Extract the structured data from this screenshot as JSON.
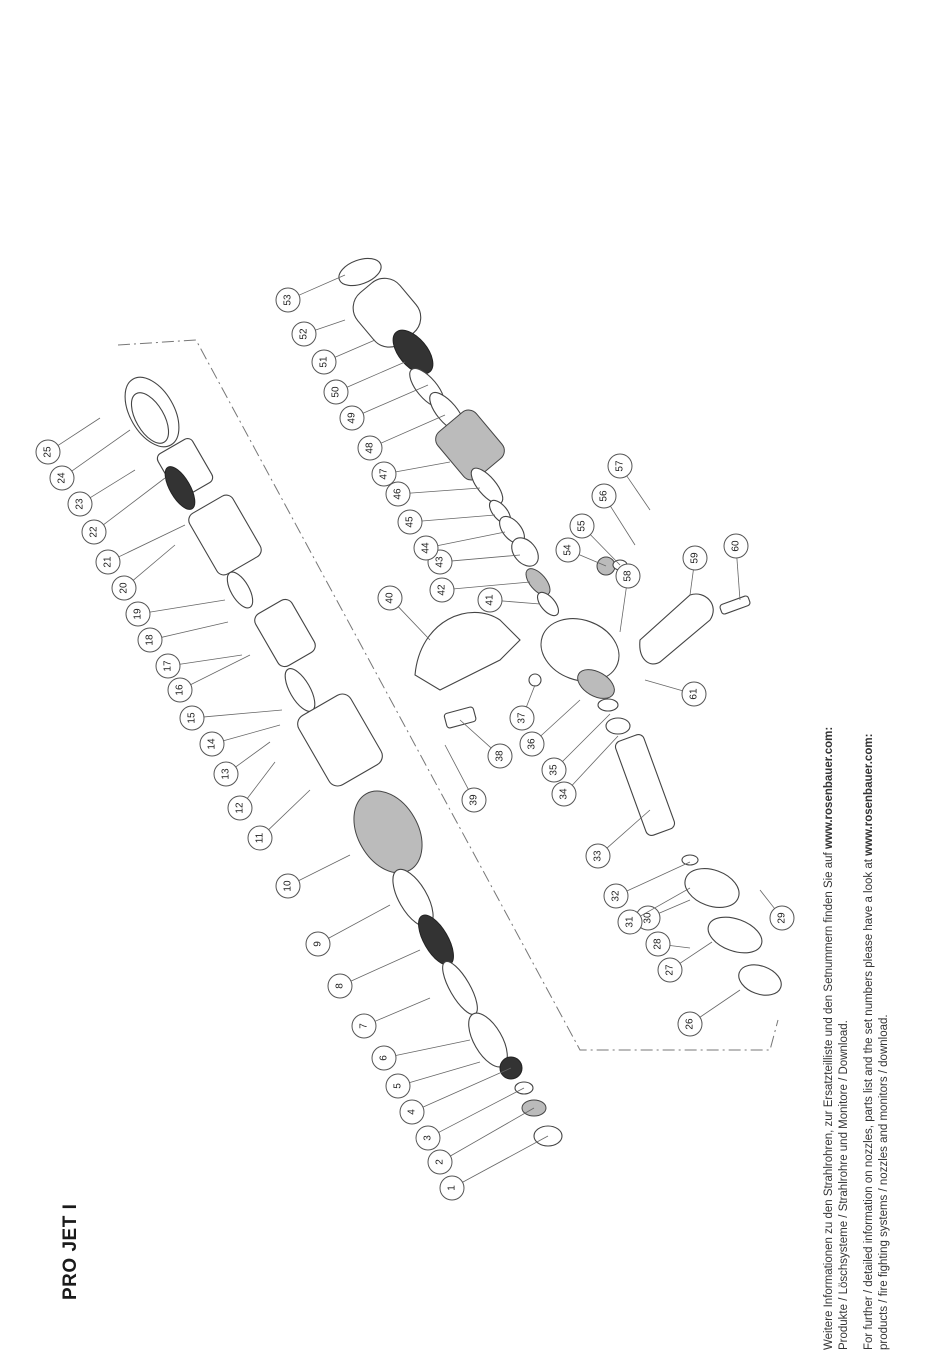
{
  "title": "PRO JET I",
  "footer": {
    "de_line1_prefix": "Weitere Informationen zu den Strahlrohren, zur Ersatzteilliste und den Setnummern finden Sie auf ",
    "de_link": "www.rosenbauer.com:",
    "de_line2": "Produkte / Löschsysteme / Strahlrohre und Monitore / Download.",
    "en_line1_prefix": "For further / detailed information on nozzles, parts list and the set numbers please have a look at ",
    "en_link": "www.rosenbauer.com:",
    "en_line2": "products / fire fighting systems / nozzles and monitors / download."
  },
  "callouts": [
    "1",
    "2",
    "3",
    "4",
    "5",
    "6",
    "7",
    "8",
    "9",
    "10",
    "11",
    "12",
    "13",
    "14",
    "15",
    "16",
    "17",
    "18",
    "19",
    "20",
    "21",
    "22",
    "23",
    "24",
    "25",
    "26",
    "27",
    "28",
    "29",
    "30",
    "31",
    "32",
    "33",
    "34",
    "35",
    "36",
    "37",
    "38",
    "39",
    "40",
    "41",
    "42",
    "43",
    "44",
    "45",
    "46",
    "47",
    "48",
    "49",
    "50",
    "51",
    "52",
    "53",
    "54",
    "55",
    "56",
    "57",
    "58",
    "59",
    "60",
    "61"
  ]
}
